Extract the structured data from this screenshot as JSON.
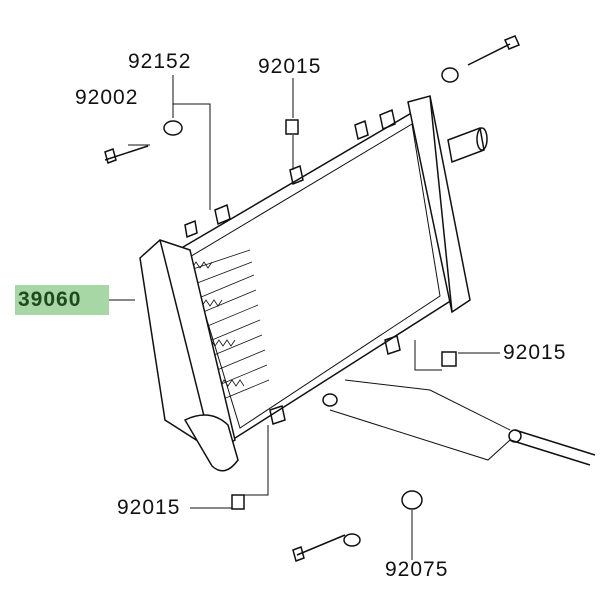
{
  "diagram": {
    "highlighted_part": "39060",
    "highlight_color": "#a6d7a4",
    "labels": [
      {
        "id": "92152"
      },
      {
        "id": "92015"
      },
      {
        "id": "92002"
      },
      {
        "id": "92015"
      },
      {
        "id": "92015"
      },
      {
        "id": "92075"
      }
    ]
  }
}
